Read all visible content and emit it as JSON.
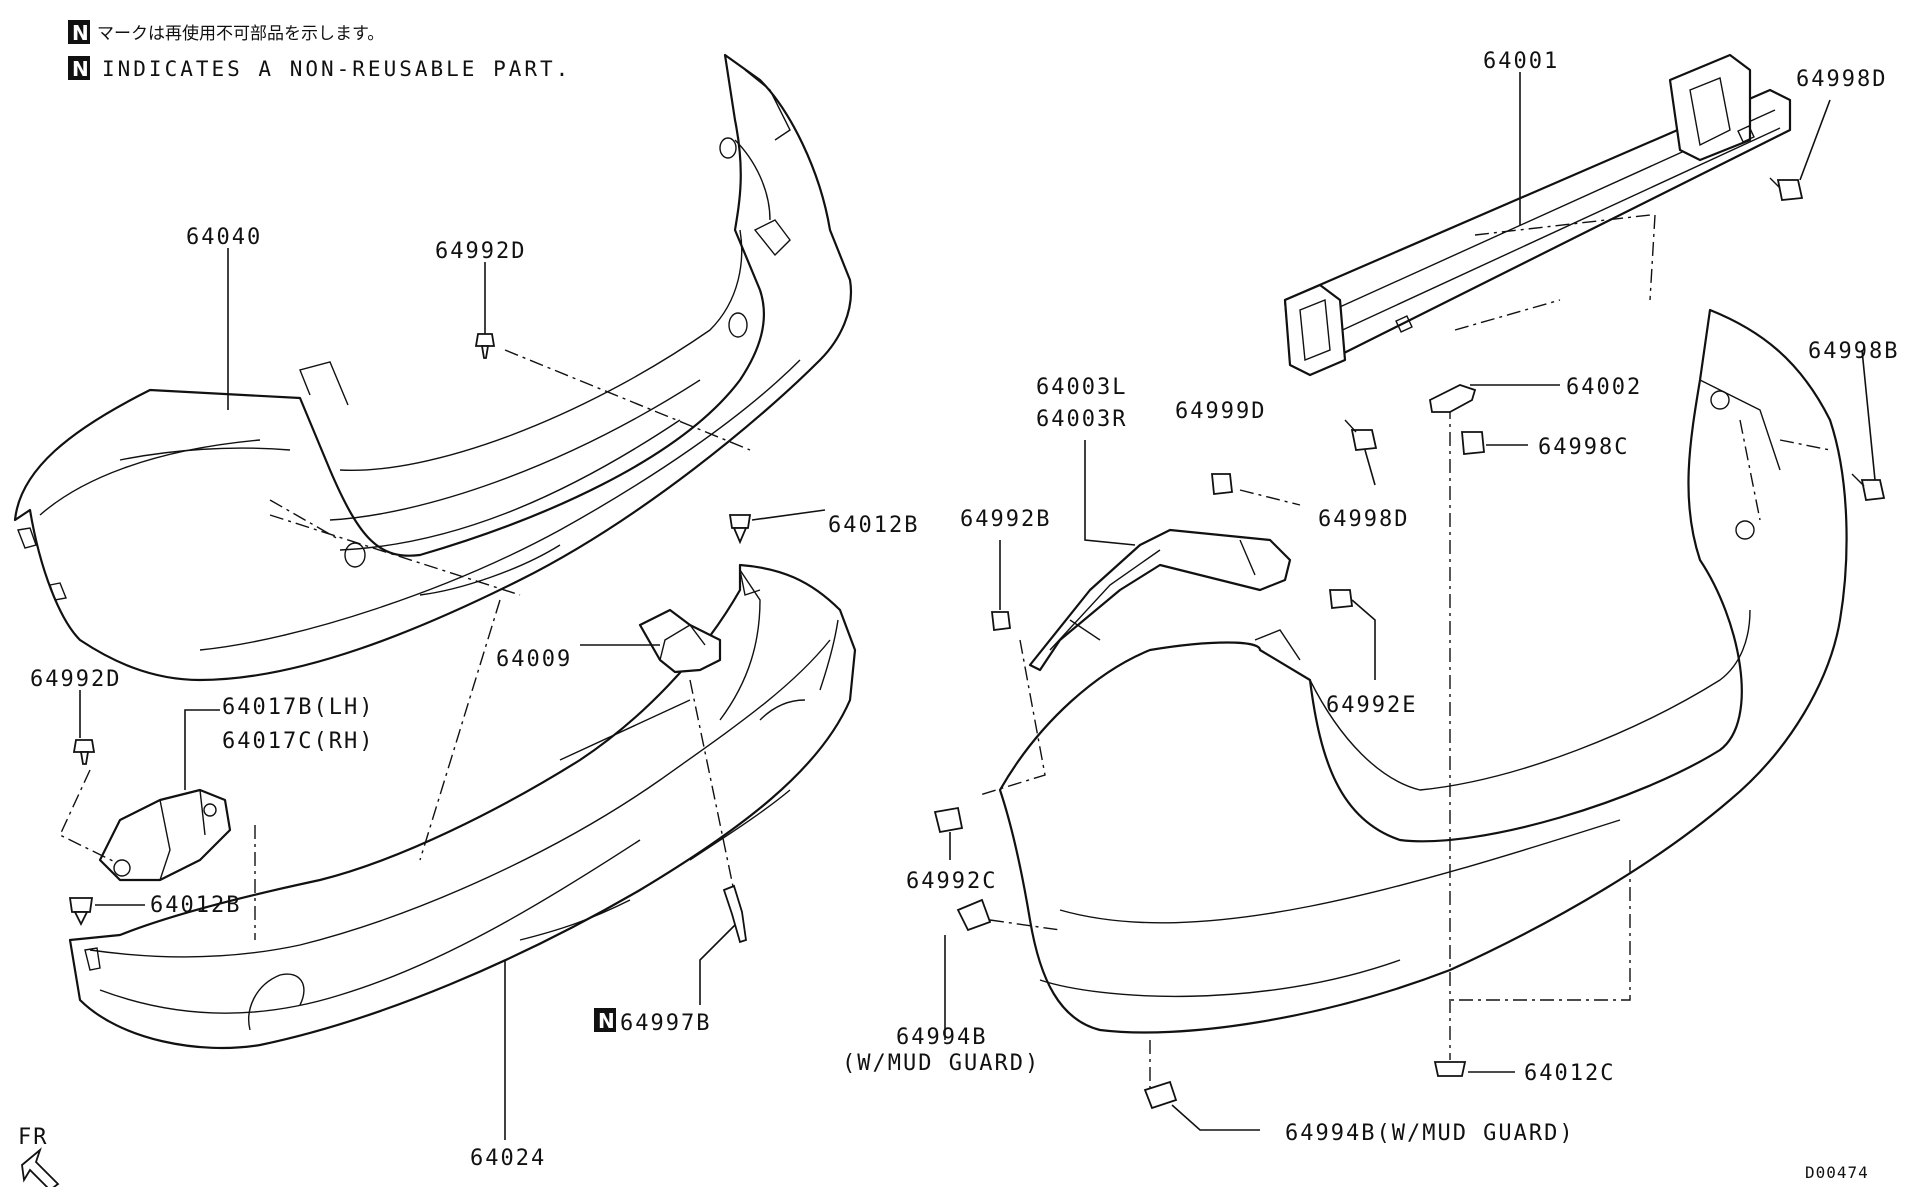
{
  "notes": {
    "badge": "N",
    "japanese": "マークは再使用不可部品を示します。",
    "english": "INDICATES A NON-REUSABLE PART."
  },
  "parts": {
    "p64040": "64040",
    "p64992D_top": "64992D",
    "p64992D_left": "64992D",
    "p64017B": "64017B(LH)",
    "p64017C": "64017C(RH)",
    "p64012B_left": "64012B",
    "p64012B_top": "64012B",
    "p64009": "64009",
    "p64997B": "64997B",
    "p64024": "64024",
    "p64001": "64001",
    "p64998D_top": "64998D",
    "p64998B": "64998B",
    "p64002": "64002",
    "p64998C": "64998C",
    "p64998D_mid": "64998D",
    "p64999D": "64999D",
    "p64003L": "64003L",
    "p64003R": "64003R",
    "p64992B": "64992B",
    "p64992E": "64992E",
    "p64992C": "64992C",
    "p64994B_a": "64994B",
    "p64994B_a_note": "(W/MUD GUARD)",
    "p64012C": "64012C",
    "p64994B_b": "64994B(W/MUD GUARD)"
  },
  "orientation": "FR",
  "diagram_code": "D00474"
}
